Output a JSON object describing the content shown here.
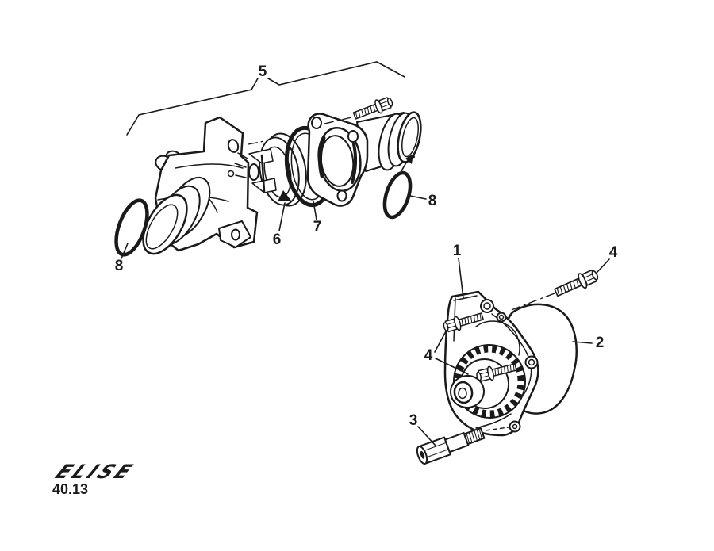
{
  "page": {
    "background_color": "#ffffff",
    "line_color": "#1a1a1a",
    "kind": "exploded-parts-diagram"
  },
  "footer": {
    "logo_text": "ELISE",
    "page_code": "40.13"
  },
  "callouts": {
    "assembly": "5",
    "thermostat": "6",
    "seal_ring": "7",
    "o_ring_left": "8",
    "o_ring_right": "8",
    "pump_body": "1",
    "gasket": "2",
    "stud": "3",
    "pump_bolts": "4",
    "top_bolt": "4"
  }
}
